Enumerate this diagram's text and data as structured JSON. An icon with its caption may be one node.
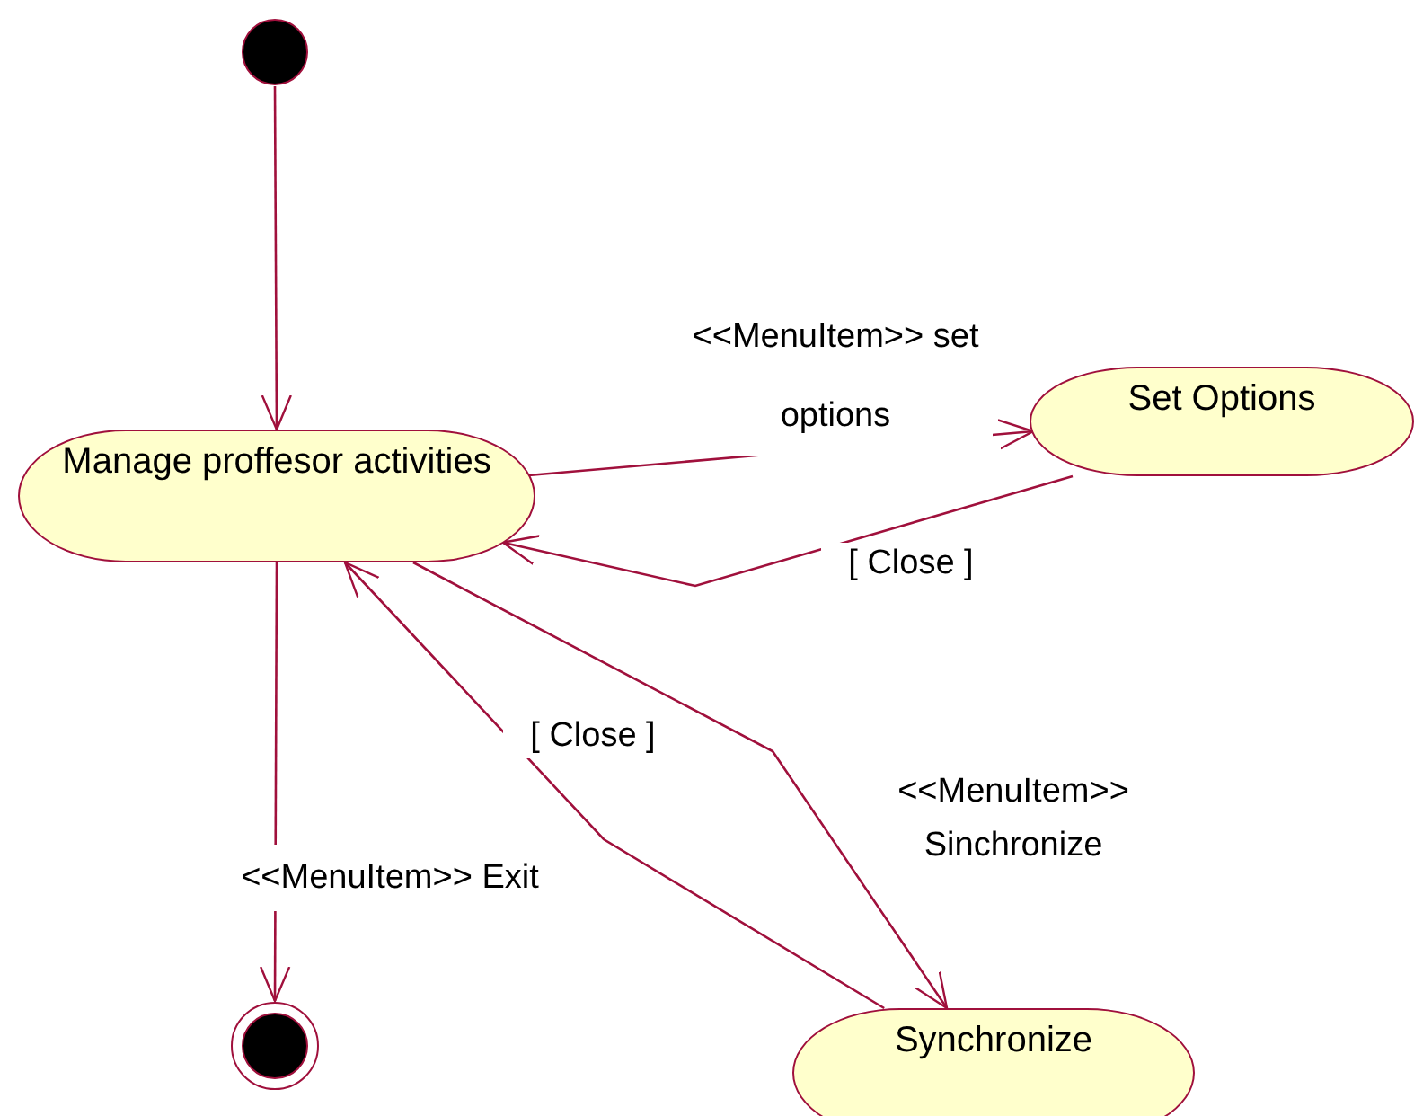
{
  "diagram": {
    "nodes": [
      {
        "text": [],
        "shape": "circle"
      },
      {
        "text": [
          "Manage proffesor activities"
        ]
      },
      {
        "text": [
          "Set Options"
        ]
      },
      {
        "text": [
          "Synchronize"
        ]
      },
      {
        "text": [],
        "shape": "circle"
      }
    ],
    "edges": [
      {
        "from": 0,
        "to": 1,
        "arrow": "to"
      },
      {
        "from": 1,
        "to": 2,
        "arrow": "to",
        "label": "<<MenuItem>> set options"
      },
      {
        "from": 2,
        "to": 1,
        "arrow": "to",
        "label": "[ Close ]"
      },
      {
        "from": 1,
        "to": 3,
        "arrow": "to",
        "label": "<<MenuItem>> Sinchronize"
      },
      {
        "from": 3,
        "to": 1,
        "arrow": "to",
        "label": "[ Close ]"
      },
      {
        "from": 1,
        "to": 4,
        "arrow": "to",
        "label": "<<MenuItem>> Exit"
      }
    ]
  }
}
